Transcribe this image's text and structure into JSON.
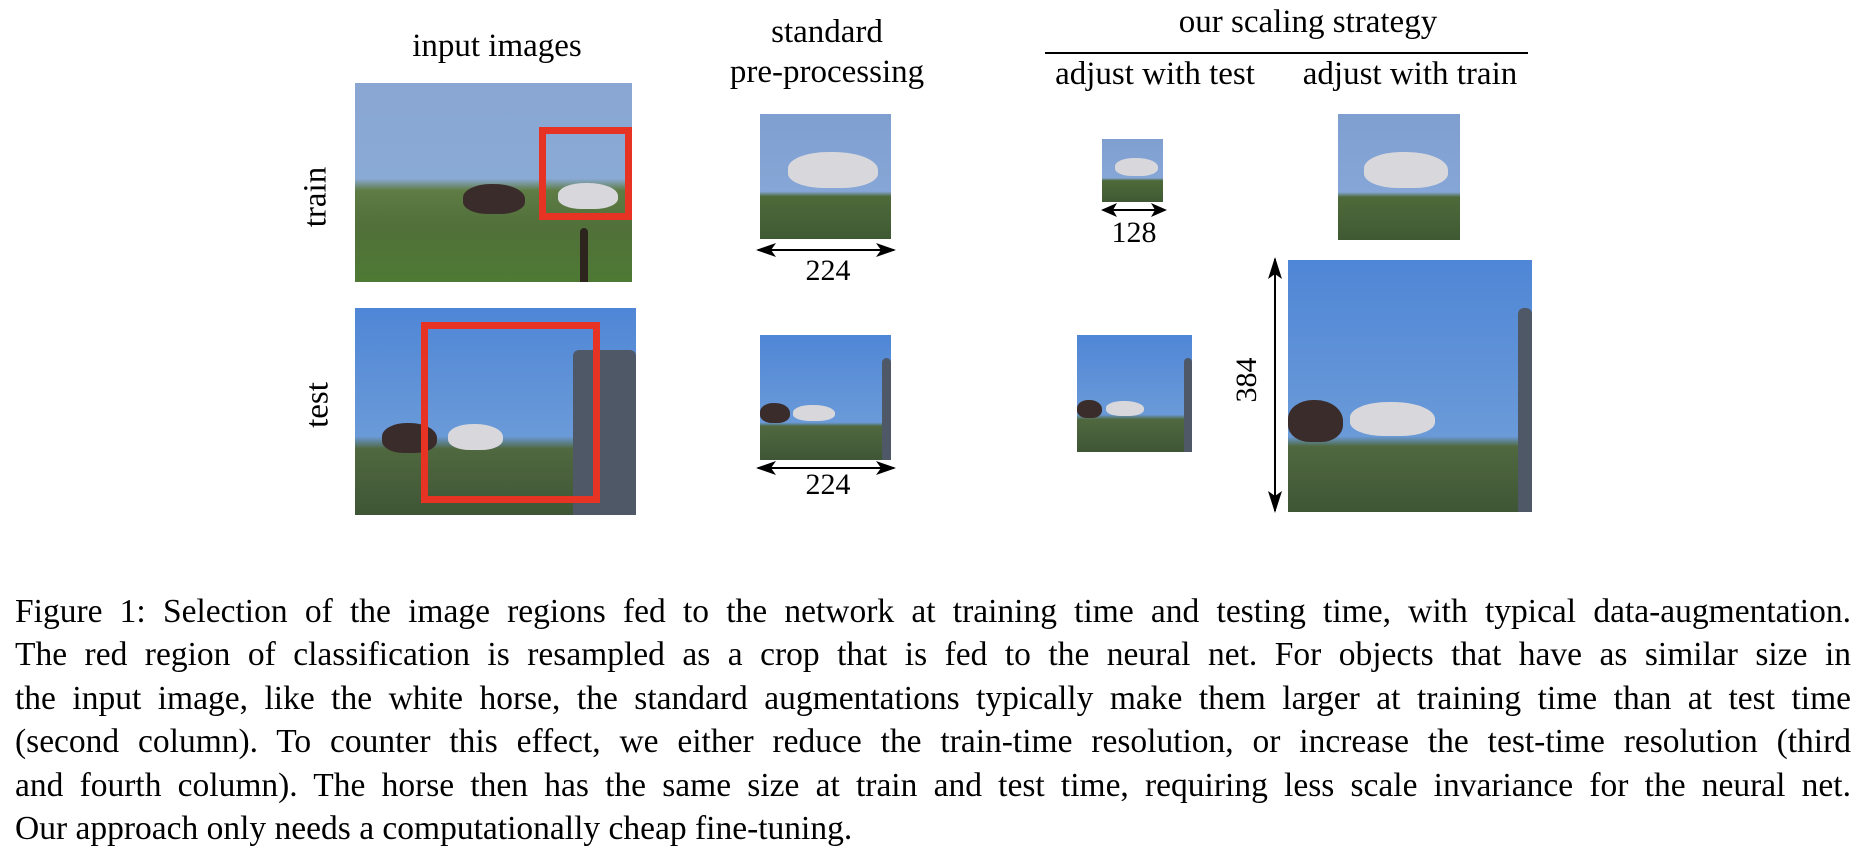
{
  "figure": {
    "headers": {
      "input_images": "input images",
      "standard_line1": "standard",
      "standard_line2": "pre-processing",
      "our_scaling": "our scaling strategy",
      "adjust_test": "adjust with test",
      "adjust_train": "adjust with train"
    },
    "row_labels": {
      "train": "train",
      "test": "test"
    },
    "dimensions": {
      "std_train": "224",
      "std_test": "224",
      "adjust_test_train": "128",
      "adjust_train_test": "384"
    },
    "colors": {
      "crop_box": "#e63323",
      "sky": "#7fa3d8",
      "grass": "#4f6d3a"
    }
  },
  "caption": {
    "lines": [
      "Figure 1:   Selection of the image regions fed to the network at training time and testing time, with typical data-augmentation.",
      "The red region of classification is resampled as a crop that is fed to the neural net.  For objects that have as similar size in",
      "the input image, like the white horse, the standard augmentations typically make them larger at training time than at test time",
      "(second column).  To counter this effect, we either reduce the train-time resolution, or increase the test-time resolution (third",
      "and fourth column). The horse then has the same size at train and test time, requiring less scale invariance for the neural net.",
      "Our approach only needs a computationally cheap fine-tuning."
    ]
  }
}
